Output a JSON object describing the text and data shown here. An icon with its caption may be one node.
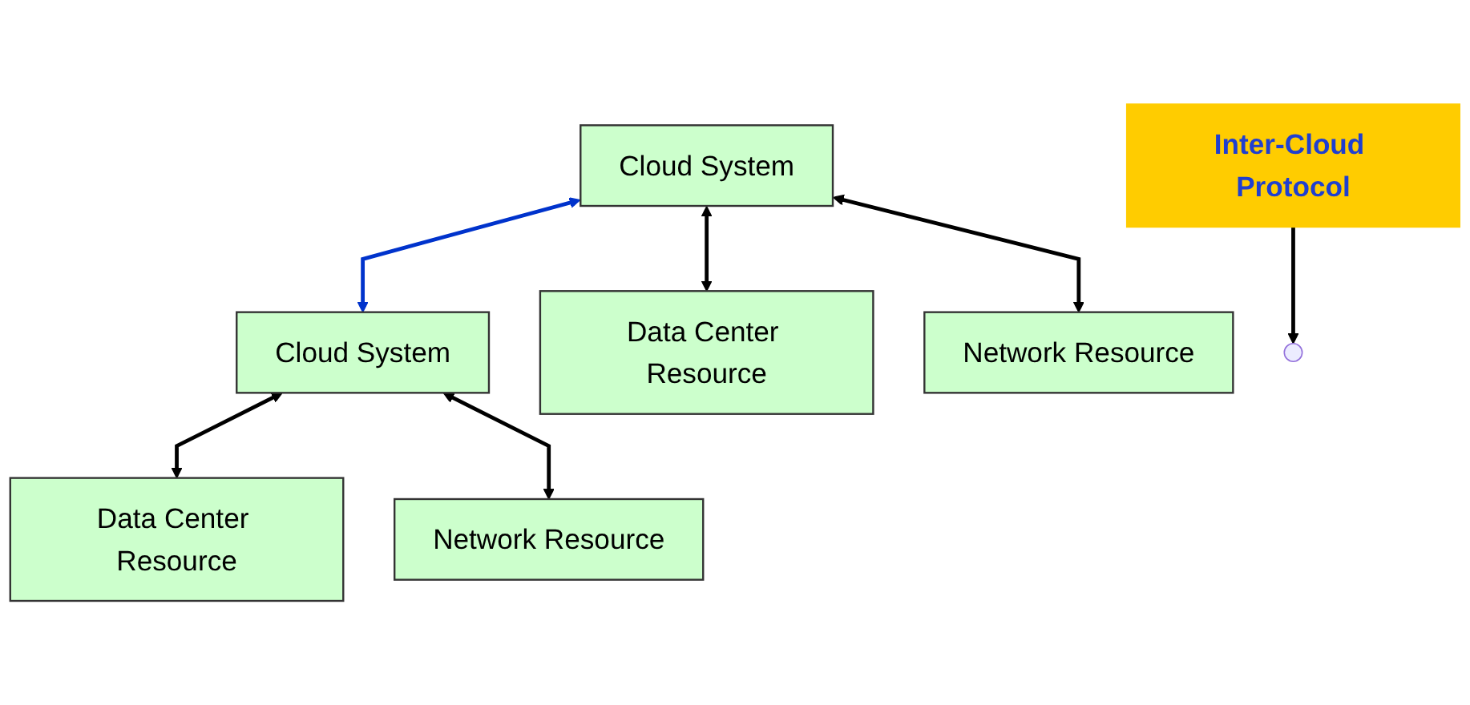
{
  "diagram": {
    "nodes": [
      {
        "text": [
          "Inter-Cloud Protocol"
        ]
      },
      {
        "text": [
          "Cloud System"
        ]
      },
      {
        "text": [
          "Cloud System"
        ]
      },
      {
        "text": [
          "Data Center Resource"
        ]
      },
      {
        "text": [
          "Network Resource"
        ]
      },
      {
        "text": [
          "Data Center Resource"
        ]
      },
      {
        "text": [
          "Network Resource"
        ]
      }
    ],
    "edges": [
      {
        "from": 0,
        "to": null,
        "arrow": "to"
      },
      {
        "from": 1,
        "to": 2,
        "arrow": "both",
        "color": "#0033cc"
      },
      {
        "from": 1,
        "to": 3,
        "arrow": "both"
      },
      {
        "from": 1,
        "to": 4,
        "arrow": "both"
      },
      {
        "from": 2,
        "to": 5,
        "arrow": "both"
      },
      {
        "from": 2,
        "to": 6,
        "arrow": "both"
      }
    ]
  }
}
